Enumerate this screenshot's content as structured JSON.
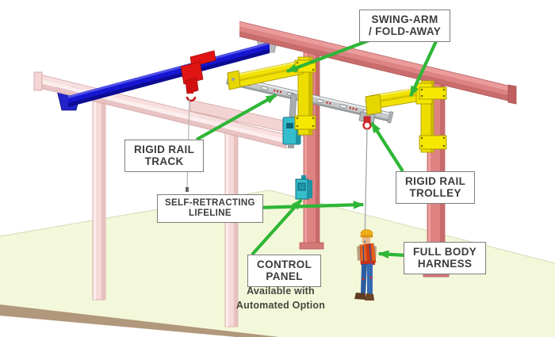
{
  "labels": {
    "swing_arm": {
      "line1": "SWING-ARM",
      "line2": "/ FOLD-AWAY"
    },
    "rigid_rail_track": {
      "line1": "RIGID RAIL",
      "line2": "TRACK"
    },
    "rigid_rail_trolley": {
      "line1": "RIGID RAIL",
      "line2": "TROLLEY"
    },
    "self_retracting_lifeline": {
      "line1": "SELF-RETRACTING",
      "line2": "LIFELINE"
    },
    "control_panel": {
      "line1": "CONTROL",
      "line2": "PANEL",
      "note_line1": "Available with",
      "note_line2": "Automated Option"
    },
    "full_body_harness": {
      "line1": "FULL BODY",
      "line2": "HARNESS"
    }
  },
  "colors": {
    "arrow_green": "#2fb637",
    "rail_blue": "#1515d2",
    "hoist_red": "#e11414",
    "swing_arm_yellow": "#f2e104",
    "track_gray": "#c4c8ca",
    "panel_teal": "#35bdcb",
    "structure_salmon": "#de8282",
    "structure_pink": "#f6d9d9",
    "floor_tint": "#f4f8da",
    "floor_edge_brown": "#b1977b",
    "label_border": "#7d7d7d",
    "label_text": "#3c3c3c"
  }
}
